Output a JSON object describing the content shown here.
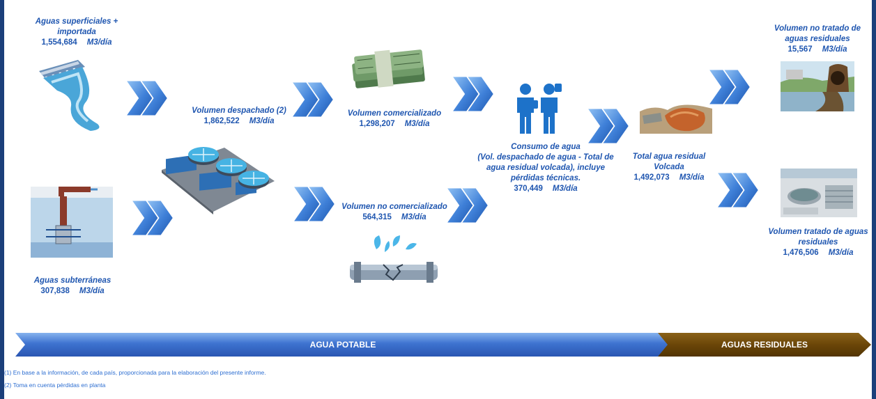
{
  "nodes": {
    "surface": {
      "title": [
        "Aguas superficiales +",
        "importada"
      ],
      "value": "1,554,684",
      "unit": "M3/día"
    },
    "groundwater": {
      "title": [
        "Aguas subterráneas"
      ],
      "value": "307,838",
      "unit": "M3/día"
    },
    "dispatched": {
      "title": [
        "Volumen despachado (2)"
      ],
      "value": "1,862,522",
      "unit": "M3/día"
    },
    "commercialized": {
      "title": [
        "Volumen comercializado"
      ],
      "value": "1,298,207",
      "unit": "M3/día"
    },
    "non_commercialized": {
      "title": [
        "Volumen  no comercializado"
      ],
      "value": "564,315",
      "unit": "M3/día"
    },
    "consumption": {
      "title": [
        "Consumo de agua",
        "(Vol. despachado de agua - Total de",
        "agua residual volcada), incluye",
        "pérdidas técnicas."
      ],
      "value": "370,449",
      "unit": "M3/día"
    },
    "wastewater_total": {
      "title": [
        "Total agua residual",
        "Volcada"
      ],
      "value": "1,492,073",
      "unit": "M3/día"
    },
    "untreated": {
      "title": [
        "Volumen no tratado de",
        "aguas residuales"
      ],
      "value": "15,567",
      "unit": "M3/día"
    },
    "treated": {
      "title": [
        "Volumen tratado de aguas",
        "residuales"
      ],
      "value": "1,476,506",
      "unit": "M3/día"
    }
  },
  "banners": {
    "potable": "AGUA POTABLE",
    "residual": "AGUAS RESIDUALES"
  },
  "notes": [
    "(1) En base a la información, de cada país, proporcionada para la elaboración del presente informe.",
    "(2) Toma en cuenta pérdidas en planta"
  ],
  "colors": {
    "text": "#1f56b0",
    "chevron": "#3d7fd6",
    "banner_potable": "#2f63c4",
    "banner_residual": "#6b4608",
    "frame": "#1c3f7a"
  }
}
